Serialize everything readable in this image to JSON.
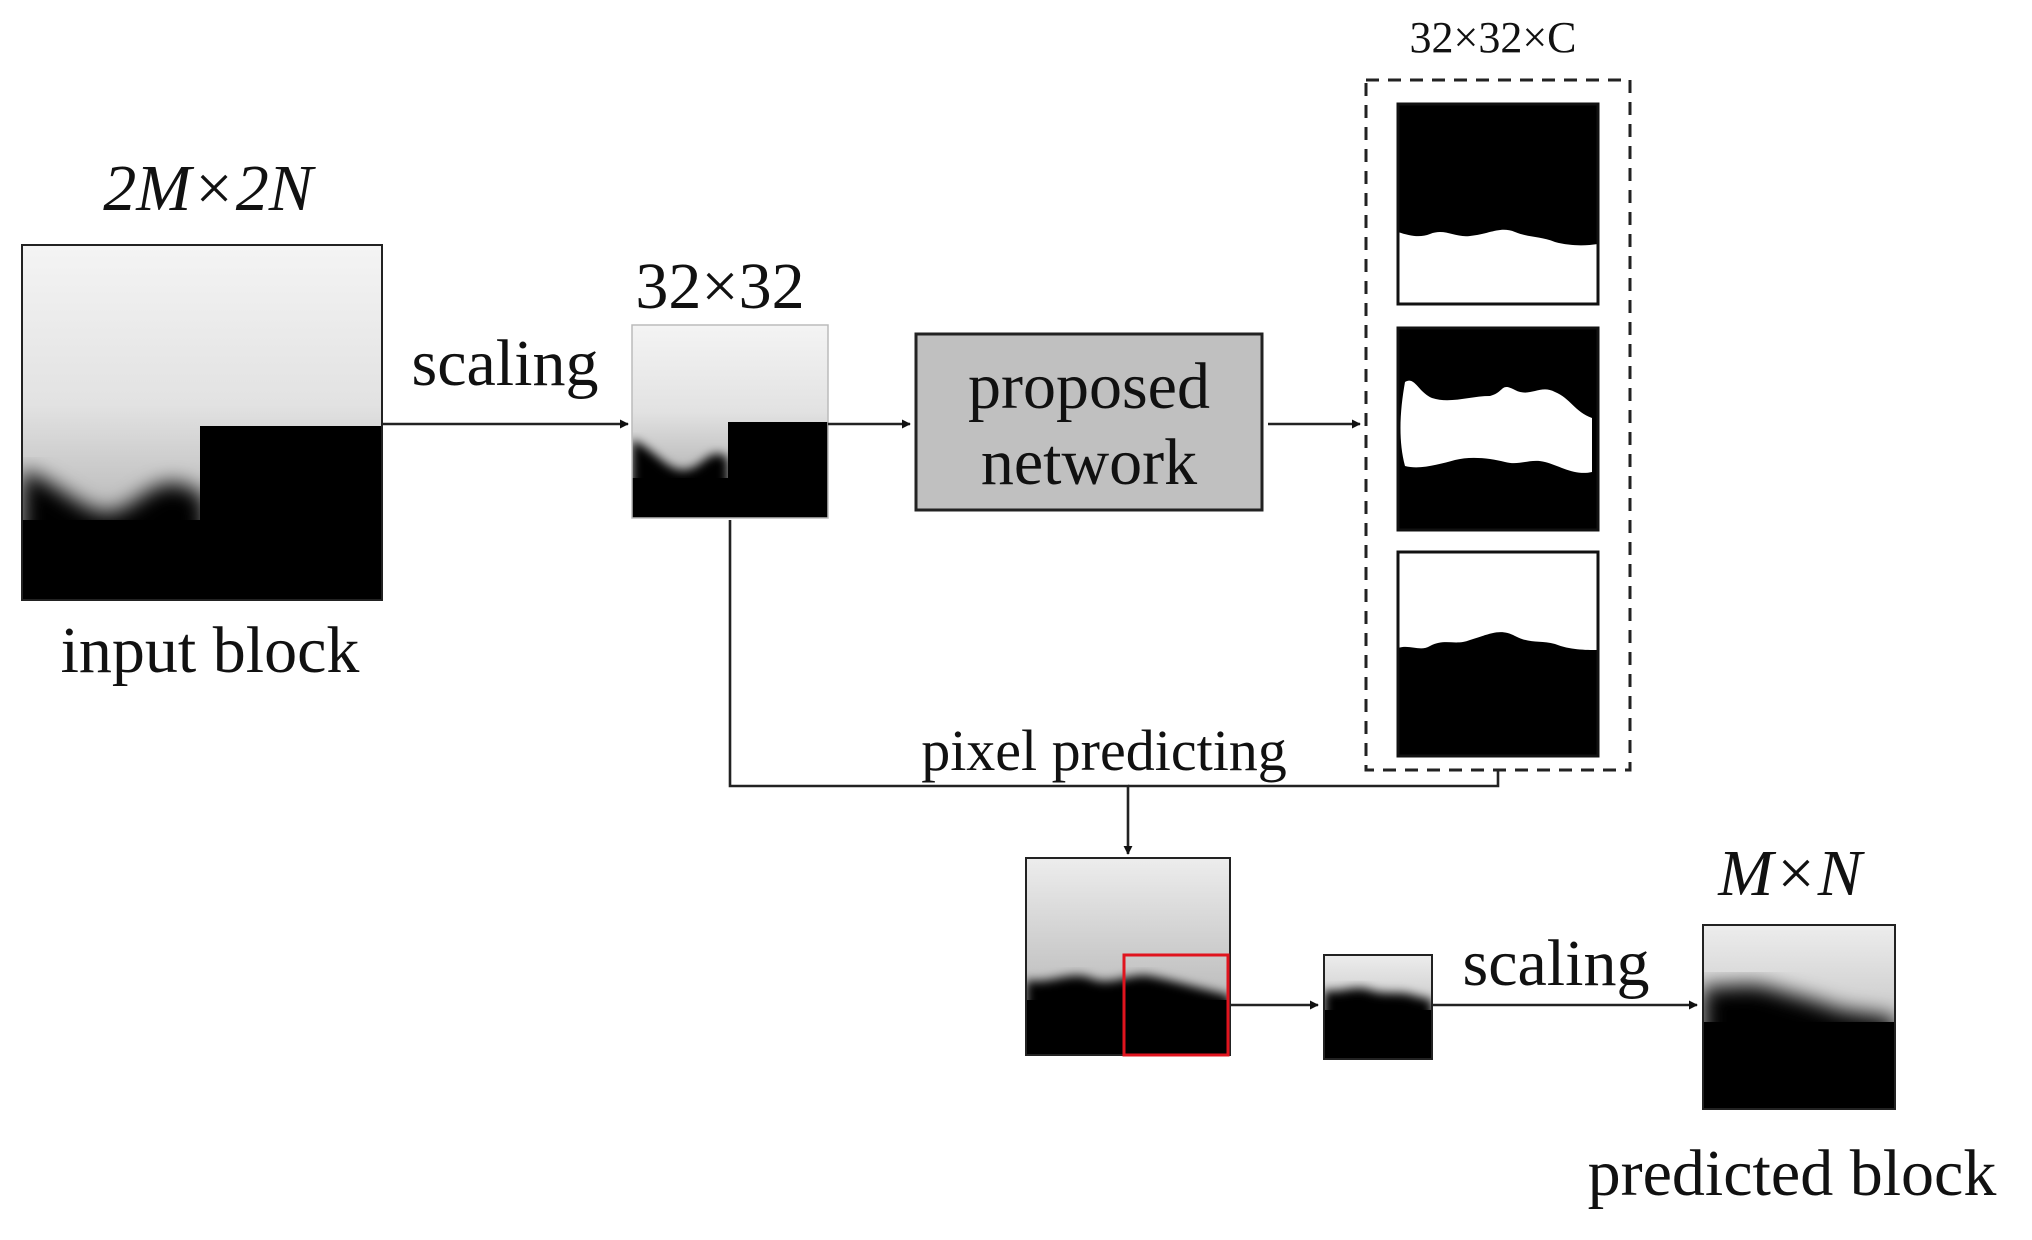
{
  "labels": {
    "input_dims": "2M×2N",
    "input_caption": "input block",
    "scaling_top": "scaling",
    "scaled_dims": "32×32",
    "network_line1": "proposed",
    "network_line2": "network",
    "output_dims": "32×32×C",
    "pixel_predicting": "pixel predicting",
    "scaling_bottom": "scaling",
    "predicted_dims": "M×N",
    "predicted_caption": "predicted block"
  },
  "colors": {
    "network_fill": "#c0c0c0",
    "crop_highlight": "#e0141e",
    "line": "#222222"
  }
}
